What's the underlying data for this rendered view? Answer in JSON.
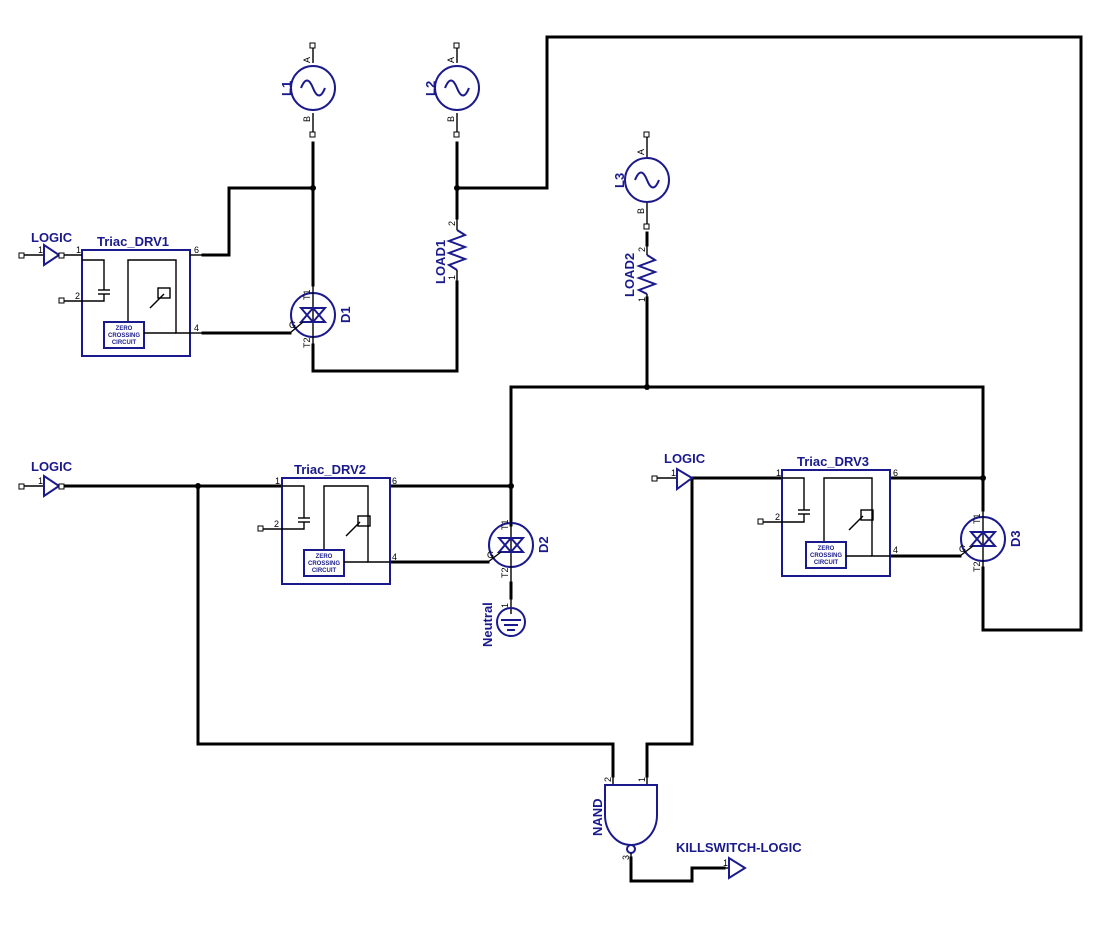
{
  "sources": [
    {
      "ref": "L1",
      "pin_a": "A",
      "pin_b": "B"
    },
    {
      "ref": "L2",
      "pin_a": "A",
      "pin_b": "B"
    },
    {
      "ref": "L3",
      "pin_a": "A",
      "pin_b": "B"
    }
  ],
  "loads": [
    {
      "ref": "LOAD1",
      "pin_top": "2",
      "pin_bottom": "1"
    },
    {
      "ref": "LOAD2",
      "pin_top": "2",
      "pin_bottom": "1"
    }
  ],
  "drivers": [
    {
      "ref": "Triac_DRV1",
      "pins": [
        "1",
        "2",
        "6",
        "4"
      ],
      "zc": [
        "ZERO",
        "CROSSING",
        "CIRCUIT"
      ]
    },
    {
      "ref": "Triac_DRV2",
      "pins": [
        "1",
        "2",
        "6",
        "4"
      ],
      "zc": [
        "ZERO",
        "CROSSING",
        "CIRCUIT"
      ]
    },
    {
      "ref": "Triac_DRV3",
      "pins": [
        "1",
        "2",
        "6",
        "4"
      ],
      "zc": [
        "ZERO",
        "CROSSING",
        "CIRCUIT"
      ]
    }
  ],
  "triacs": [
    {
      "ref": "D1",
      "pin_t1": "T1",
      "pin_t2": "T2",
      "pin_g": "G"
    },
    {
      "ref": "D2",
      "pin_t1": "T1",
      "pin_t2": "T2",
      "pin_g": "G"
    },
    {
      "ref": "D3",
      "pin_t1": "T1",
      "pin_t2": "T2",
      "pin_g": "G"
    }
  ],
  "ports": [
    {
      "label": "LOGIC",
      "pin": "1"
    },
    {
      "label": "LOGIC",
      "pin": "1"
    },
    {
      "label": "LOGIC",
      "pin": "1"
    },
    {
      "label": "KILLSWITCH-LOGIC",
      "pin": "1"
    }
  ],
  "ground": {
    "label": "Neutral",
    "pin": "1"
  },
  "gate": {
    "ref": "NAND",
    "pin_in1": "1",
    "pin_in2": "2",
    "pin_out": "3"
  }
}
